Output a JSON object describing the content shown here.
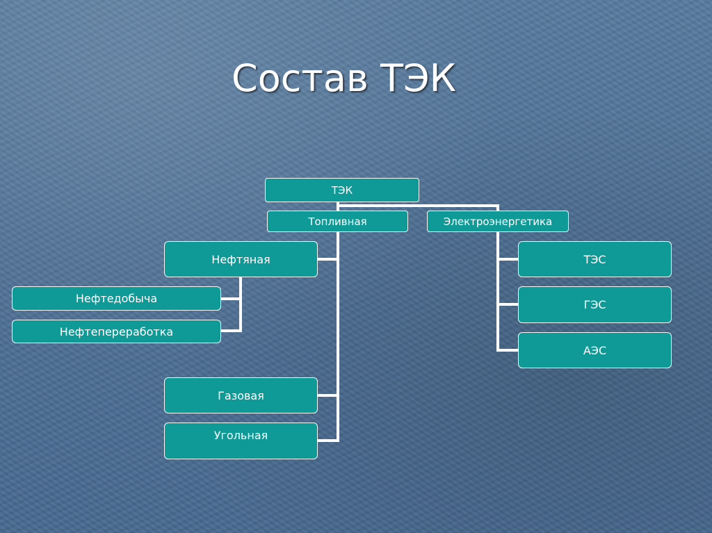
{
  "slide": {
    "title": "Состав ТЭК"
  },
  "diagram": {
    "root": "ТЭК",
    "fuel_branch": "Топливная",
    "power_branch": "Электроэнергетика",
    "oil": "Нефтяная",
    "oil_production": "Нефтедобыча",
    "oil_refining": "Нефтепереработка",
    "gas": "Газовая",
    "coal": "Угольная",
    "tes": "ТЭС",
    "ges": "ГЭС",
    "aes": "АЭС"
  },
  "colors": {
    "background": "#4e6f94",
    "node_fill": "#0f9a97",
    "node_border": "#f4f8f8",
    "connector": "#ffffff",
    "text": "#ffffff"
  }
}
